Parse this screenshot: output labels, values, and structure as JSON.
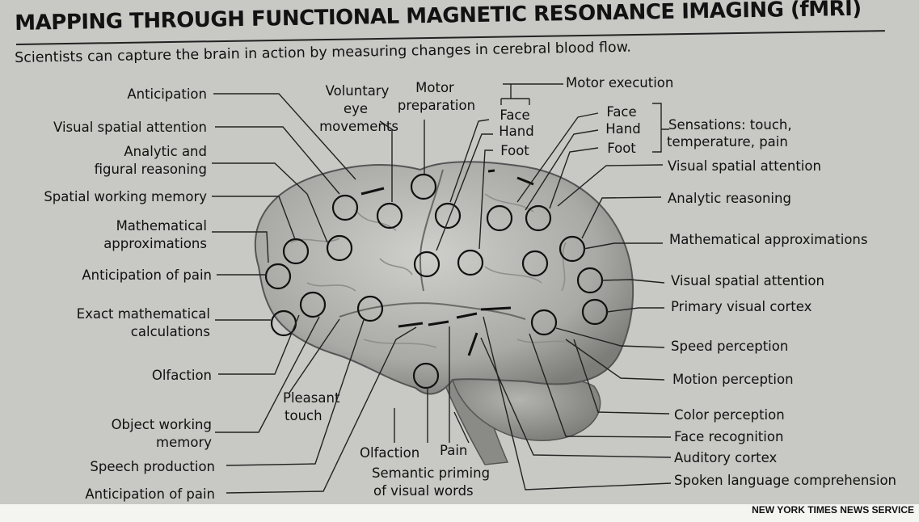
{
  "title": "MAPPING THROUGH FUNCTIONAL MAGNETIC RESONANCE IMAGING (fMRI)",
  "subtitle": "Scientists can capture the brain in action by measuring changes in cerebral blood flow.",
  "credit": "NEW YORK TIMES NEWS SERVICE",
  "labels": {
    "anticipation": "Anticipation",
    "visual_spatial_attention_left": "Visual spatial attention",
    "analytic_figural_l1": "Analytic and",
    "analytic_figural_l2": "figural reasoning",
    "spatial_working_memory": "Spatial working memory",
    "math_approx_left_l1": "Mathematical",
    "math_approx_left_l2": "approximations",
    "anticipation_of_pain_top": "Anticipation of pain",
    "exact_math_l1": "Exact mathematical",
    "exact_math_l2": "calculations",
    "olfaction_left": "Olfaction",
    "object_working_memory_l1": "Object working",
    "object_working_memory_l2": "memory",
    "speech_production": "Speech production",
    "anticipation_of_pain_bottom": "Anticipation of pain",
    "voluntary_eye_l1": "Voluntary",
    "voluntary_eye_l2": "eye",
    "voluntary_eye_l3": "movements",
    "motor_preparation_l1": "Motor",
    "motor_preparation_l2": "preparation",
    "motor_execution": "Motor execution",
    "motor_face": "Face",
    "motor_hand": "Hand",
    "motor_foot": "Foot",
    "sens_face": "Face",
    "sens_hand": "Hand",
    "sens_foot": "Foot",
    "sensations_l1": "Sensations: touch,",
    "sensations_l2": "temperature, pain",
    "visual_spatial_attention_r1": "Visual spatial attention",
    "analytic_reasoning": "Analytic reasoning",
    "math_approx_right": "Mathematical approximations",
    "visual_spatial_attention_r2": "Visual spatial attention",
    "primary_visual_cortex": "Primary visual cortex",
    "speed_perception": "Speed perception",
    "motion_perception": "Motion perception",
    "color_perception": "Color perception",
    "face_recognition": "Face recognition",
    "auditory_cortex": "Auditory cortex",
    "spoken_language": "Spoken language comprehension",
    "pleasant_touch_l1": "Pleasant",
    "pleasant_touch_l2": "touch",
    "olfaction_bottom": "Olfaction",
    "pain_bottom": "Pain",
    "semantic_priming_l1": "Semantic priming",
    "semantic_priming_l2": "of visual words"
  }
}
